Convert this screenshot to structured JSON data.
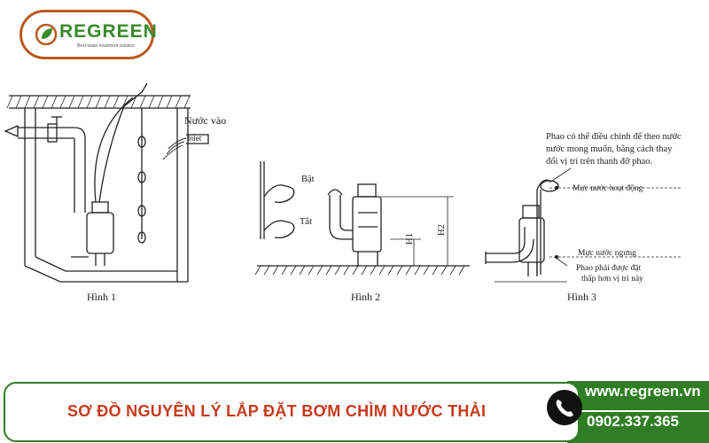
{
  "logo": {
    "name": "REGREEN",
    "tagline": "Best water treatment solution"
  },
  "figure1": {
    "caption": "Hình 1",
    "inlet_label": "Nước vào",
    "inlet_tag": "Inlet"
  },
  "figure2": {
    "caption": "Hình 2",
    "on_label": "Bật",
    "off_label": "Tắt",
    "h1_label": "H1",
    "h2_label": "H2"
  },
  "figure3": {
    "caption": "Hình 3",
    "note_lines": [
      "Phao có thể điều chỉnh để theo nước",
      "nước mong muốn, bằng cách thay",
      "đổi vị trí trên thanh đỡ phao."
    ],
    "high_level": "Mực nước hoạt động",
    "low_level": "Mực nước ngưng",
    "float_note_lines": [
      "Phao phải được đặt",
      "thấp hơn vị trí này"
    ]
  },
  "banner": {
    "title": "SƠ ĐỒ NGUYÊN LÝ LẮP ĐẶT BƠM CHÌM NƯỚC THẢI"
  },
  "contact": {
    "website": "www.regreen.vn",
    "phone": "0902.337.365"
  },
  "colors": {
    "brand_green": "#2f7d24",
    "brand_orange": "#b85a1e",
    "title_red": "#c63a1e"
  }
}
